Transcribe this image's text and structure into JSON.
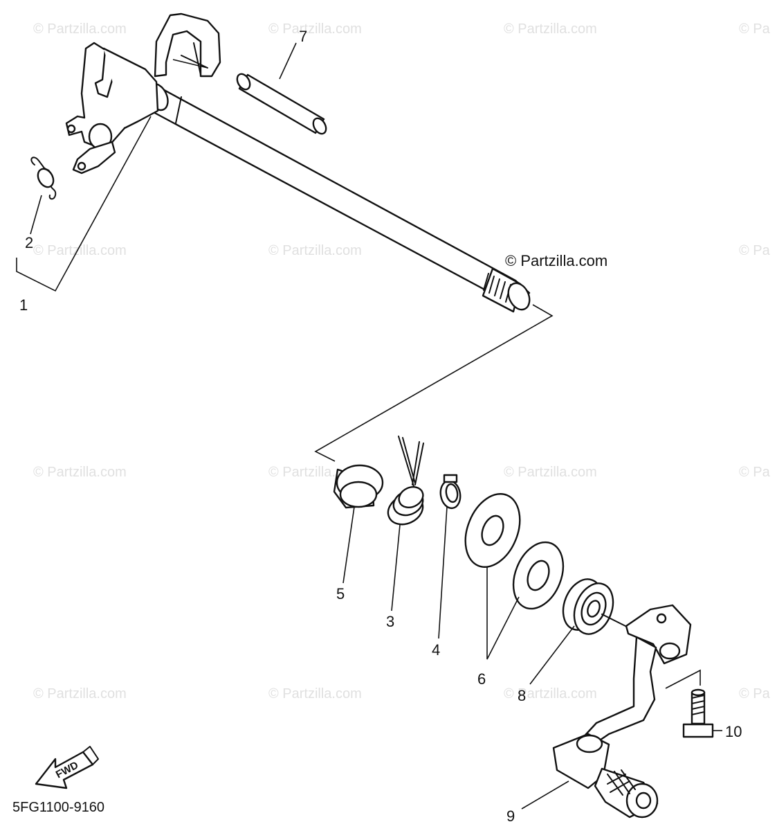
{
  "watermark": "© Partzilla.com",
  "watermark_short": "© Pa",
  "copyright": "© Partzilla.com",
  "diagram_code": "5FG1100-9160",
  "fwd_label": "FWD",
  "callouts": {
    "c1": "1",
    "c2": "2",
    "c3": "3",
    "c4": "4",
    "c5": "5",
    "c6": "6",
    "c7": "7",
    "c8": "8",
    "c9": "9",
    "c10": "10"
  }
}
